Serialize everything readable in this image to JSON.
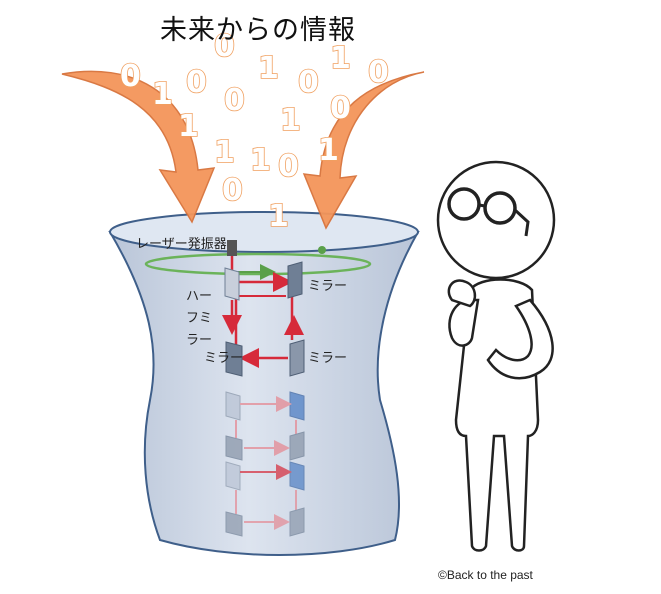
{
  "title": "未来からの情報",
  "bits": [
    "0",
    "1",
    "0",
    "0",
    "1",
    "0",
    "1",
    "0",
    "1",
    "0",
    "1",
    "0",
    "1",
    "1",
    "0",
    "1",
    "0",
    "1"
  ],
  "labels": {
    "laser": "レーザー発振器",
    "half_mirror": [
      "ハー",
      "フミ",
      "ラー"
    ],
    "mirror_top_right": "ミラー",
    "mirror_bottom_left": "ミラー",
    "mirror_bottom_right": "ミラー"
  },
  "credit": "©Back to the past",
  "colors": {
    "arrow": "#f4955a",
    "digit_outline": "#f0a060",
    "funnel": "#c9d3e3",
    "funnel_stroke": "#3f5f8a",
    "ring": "#6bb35a",
    "beam": "#d62a3a",
    "mirror_dark": "#6f7f95",
    "mirror_blue": "#4f7fc4"
  }
}
